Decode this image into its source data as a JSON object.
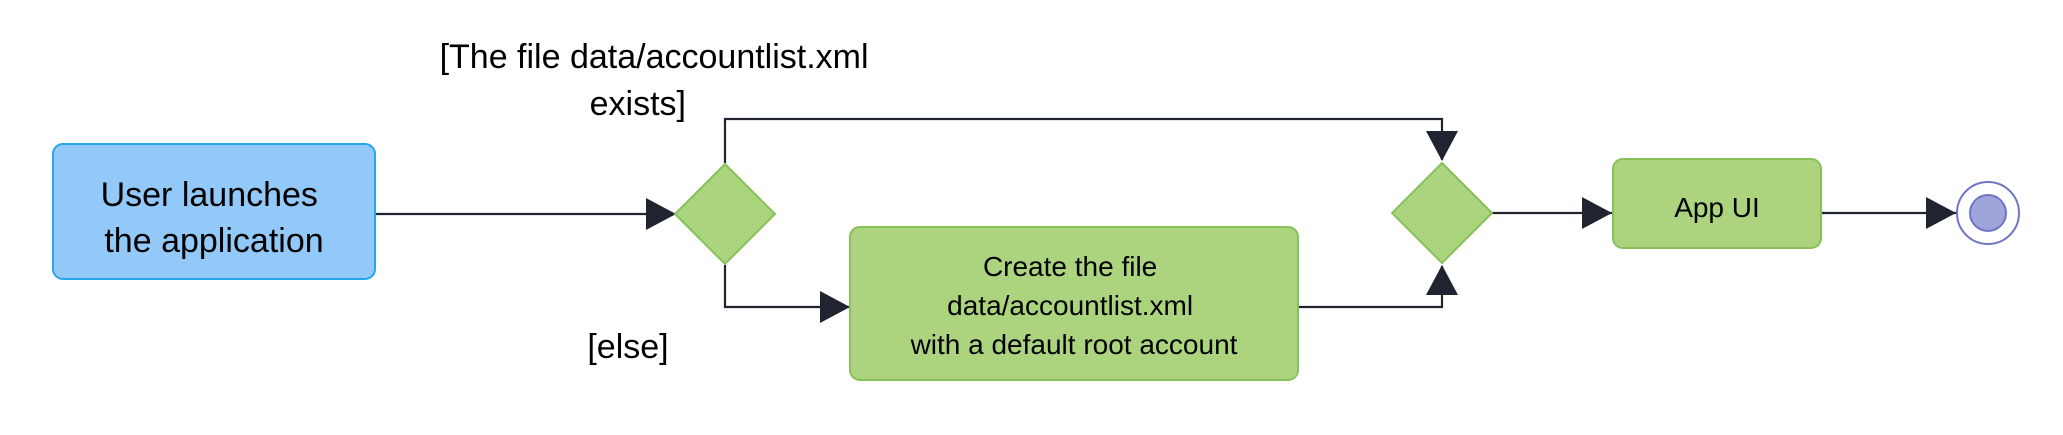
{
  "diagram": {
    "nodes": {
      "start": {
        "lines": [
          "User launches",
          "the application"
        ],
        "fill": "#92C9F8",
        "stroke": "#27A6E8"
      },
      "decision": {
        "fill": "#ABD47E",
        "stroke": "#88C05A"
      },
      "create_file": {
        "lines": [
          "Create the file",
          "data/accountlist.xml",
          "with a default root account"
        ],
        "fill": "#ACD47F",
        "stroke": "#88C05A"
      },
      "merge": {
        "fill": "#ABD47E",
        "stroke": "#88C05A"
      },
      "app_ui": {
        "label": "App UI",
        "fill": "#ACD47F",
        "stroke": "#88C05A"
      },
      "end": {
        "fill": "#9FA4DA",
        "stroke": "#6F75C6"
      }
    },
    "guards": {
      "exists_lines": [
        "[The file data/accountlist.xml",
        "exists]"
      ],
      "else": "[else]"
    },
    "edge_color": "#1F2430"
  }
}
